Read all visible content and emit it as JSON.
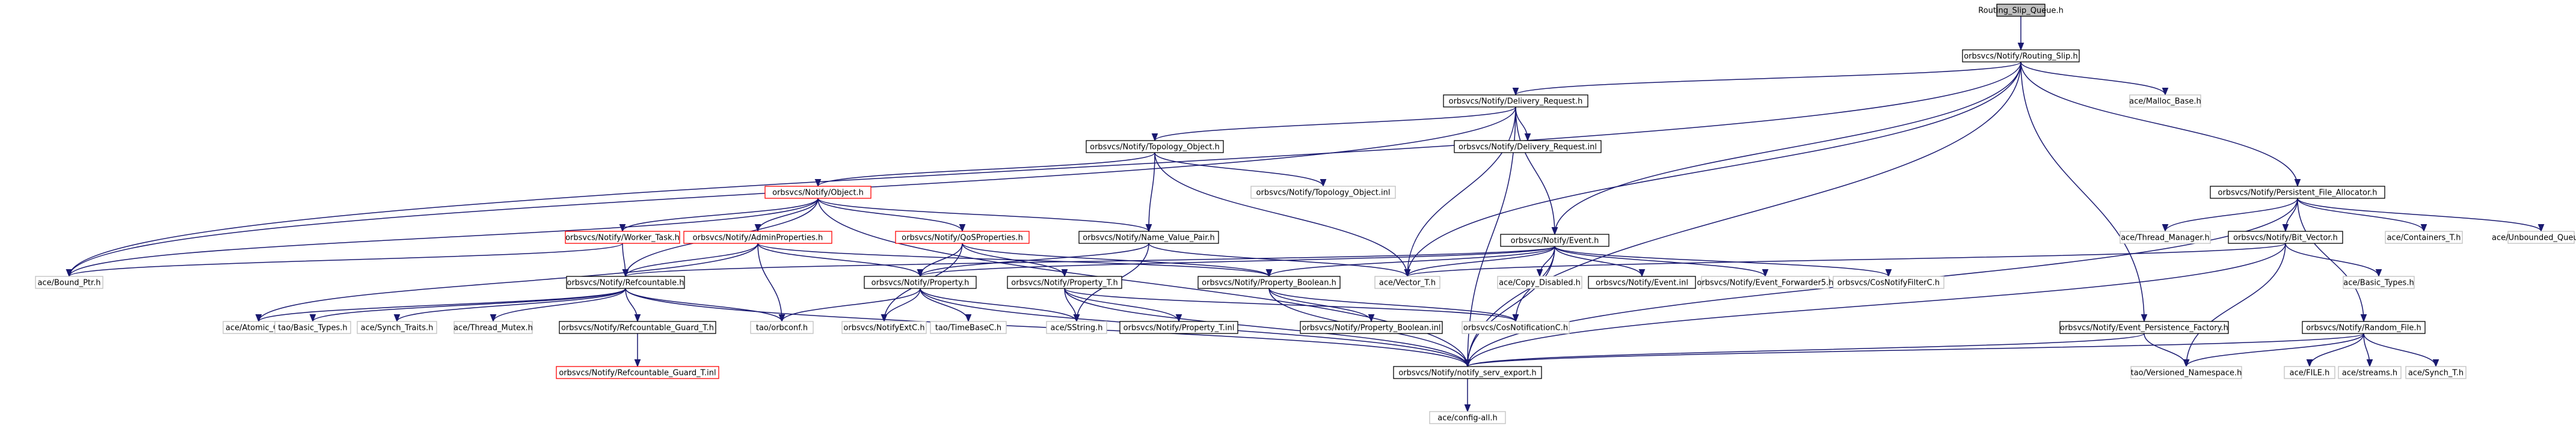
{
  "nodes": [
    {
      "id": "n0",
      "label": "Routing_Slip_Queue.h",
      "style": "root"
    },
    {
      "id": "n1",
      "label": "orbsvcs/Notify/Routing_Slip.h",
      "style": "normal"
    },
    {
      "id": "n2",
      "label": "orbsvcs/Notify/Delivery_Request.h",
      "style": "normal"
    },
    {
      "id": "n3",
      "label": "ace/Malloc_Base.h",
      "style": "external"
    },
    {
      "id": "n4",
      "label": "orbsvcs/Notify/Topology_Object.h",
      "style": "normal"
    },
    {
      "id": "n5",
      "label": "orbsvcs/Notify/Delivery_Request.inl",
      "style": "normal"
    },
    {
      "id": "n6",
      "label": "orbsvcs/Notify/Persistent_File_Allocator.h",
      "style": "normal"
    },
    {
      "id": "n7",
      "label": "orbsvcs/Notify/Object.h",
      "style": "truncated"
    },
    {
      "id": "n8",
      "label": "orbsvcs/Notify/Topology_Object.inl",
      "style": "external"
    },
    {
      "id": "n9",
      "label": "orbsvcs/Notify/Worker_Task.h",
      "style": "truncated"
    },
    {
      "id": "n10",
      "label": "orbsvcs/Notify/AdminProperties.h",
      "style": "truncated"
    },
    {
      "id": "n11",
      "label": "orbsvcs/Notify/QoSProperties.h",
      "style": "truncated"
    },
    {
      "id": "n12",
      "label": "orbsvcs/Notify/Name_Value_Pair.h",
      "style": "normal"
    },
    {
      "id": "n13",
      "label": "orbsvcs/Notify/Event.h",
      "style": "normal"
    },
    {
      "id": "n14",
      "label": "ace/Thread_Manager.h",
      "style": "external"
    },
    {
      "id": "n15",
      "label": "orbsvcs/Notify/Bit_Vector.h",
      "style": "normal"
    },
    {
      "id": "n16",
      "label": "ace/Containers_T.h",
      "style": "external"
    },
    {
      "id": "n17",
      "label": "ace/Unbounded_Queue.h",
      "style": "external"
    },
    {
      "id": "n18",
      "label": "ace/Bound_Ptr.h",
      "style": "external"
    },
    {
      "id": "n19",
      "label": "orbsvcs/Notify/Refcountable.h",
      "style": "normal"
    },
    {
      "id": "n20",
      "label": "orbsvcs/Notify/Property.h",
      "style": "normal"
    },
    {
      "id": "n21",
      "label": "orbsvcs/Notify/Property_T.h",
      "style": "normal"
    },
    {
      "id": "n22",
      "label": "orbsvcs/Notify/Property_Boolean.h",
      "style": "normal"
    },
    {
      "id": "n23",
      "label": "ace/Vector_T.h",
      "style": "external"
    },
    {
      "id": "n24",
      "label": "ace/Copy_Disabled.h",
      "style": "external"
    },
    {
      "id": "n25",
      "label": "orbsvcs/Notify/Event.inl",
      "style": "normal"
    },
    {
      "id": "n26",
      "label": "orbsvcs/Notify/Event_Forwarder5.h",
      "style": "external"
    },
    {
      "id": "n27",
      "label": "orbsvcs/CosNotifyFilterC.h",
      "style": "external"
    },
    {
      "id": "n28",
      "label": "ace/Basic_Types.h",
      "style": "external"
    },
    {
      "id": "n29",
      "label": "ace/Atomic_Op.h",
      "style": "external"
    },
    {
      "id": "n30",
      "label": "tao/Basic_Types.h",
      "style": "external"
    },
    {
      "id": "n31",
      "label": "ace/Synch_Traits.h",
      "style": "external"
    },
    {
      "id": "n32",
      "label": "ace/Thread_Mutex.h",
      "style": "external"
    },
    {
      "id": "n33",
      "label": "orbsvcs/Notify/Refcountable_Guard_T.h",
      "style": "normal"
    },
    {
      "id": "n34",
      "label": "tao/orbconf.h",
      "style": "external"
    },
    {
      "id": "n35",
      "label": "orbsvcs/NotifyExtC.h",
      "style": "external"
    },
    {
      "id": "n36",
      "label": "tao/TimeBaseC.h",
      "style": "external"
    },
    {
      "id": "n37",
      "label": "ace/SString.h",
      "style": "external"
    },
    {
      "id": "n38",
      "label": "orbsvcs/Notify/Property_T.inl",
      "style": "normal"
    },
    {
      "id": "n39",
      "label": "orbsvcs/Notify/Property_Boolean.inl",
      "style": "normal"
    },
    {
      "id": "n40",
      "label": "orbsvcs/CosNotificationC.h",
      "style": "external"
    },
    {
      "id": "n41",
      "label": "orbsvcs/Notify/Event_Persistence_Factory.h",
      "style": "normal"
    },
    {
      "id": "n42",
      "label": "orbsvcs/Notify/Random_File.h",
      "style": "normal"
    },
    {
      "id": "n43",
      "label": "orbsvcs/Notify/Refcountable_Guard_T.inl",
      "style": "truncated"
    },
    {
      "id": "n44",
      "label": "orbsvcs/Notify/notify_serv_export.h",
      "style": "normal"
    },
    {
      "id": "n45",
      "label": "tao/Versioned_Namespace.h",
      "style": "external"
    },
    {
      "id": "n46",
      "label": "ace/FILE.h",
      "style": "external"
    },
    {
      "id": "n47",
      "label": "ace/streams.h",
      "style": "external"
    },
    {
      "id": "n48",
      "label": "ace/Synch_T.h",
      "style": "external"
    },
    {
      "id": "n49",
      "label": "ace/config-all.h",
      "style": "external"
    }
  ],
  "edges": [
    [
      "n0",
      "n1"
    ],
    [
      "n1",
      "n2"
    ],
    [
      "n1",
      "n3"
    ],
    [
      "n1",
      "n6"
    ],
    [
      "n1",
      "n13"
    ],
    [
      "n1",
      "n41"
    ],
    [
      "n1",
      "n44"
    ],
    [
      "n1",
      "n23"
    ],
    [
      "n1",
      "n18"
    ],
    [
      "n2",
      "n4"
    ],
    [
      "n2",
      "n5"
    ],
    [
      "n2",
      "n13"
    ],
    [
      "n2",
      "n23"
    ],
    [
      "n2",
      "n44"
    ],
    [
      "n2",
      "n18"
    ],
    [
      "n4",
      "n7"
    ],
    [
      "n4",
      "n8"
    ],
    [
      "n4",
      "n12"
    ],
    [
      "n4",
      "n23"
    ],
    [
      "n7",
      "n9"
    ],
    [
      "n7",
      "n10"
    ],
    [
      "n7",
      "n11"
    ],
    [
      "n7",
      "n12"
    ],
    [
      "n7",
      "n18"
    ],
    [
      "n7",
      "n19"
    ],
    [
      "n7",
      "n44"
    ],
    [
      "n9",
      "n19"
    ],
    [
      "n9",
      "n18"
    ],
    [
      "n10",
      "n19"
    ],
    [
      "n10",
      "n20"
    ],
    [
      "n10",
      "n22"
    ],
    [
      "n10",
      "n29"
    ],
    [
      "n10",
      "n34"
    ],
    [
      "n11",
      "n20"
    ],
    [
      "n11",
      "n21"
    ],
    [
      "n11",
      "n22"
    ],
    [
      "n11",
      "n35"
    ],
    [
      "n12",
      "n20"
    ],
    [
      "n12",
      "n23"
    ],
    [
      "n12",
      "n37"
    ],
    [
      "n13",
      "n19"
    ],
    [
      "n13",
      "n20"
    ],
    [
      "n13",
      "n22"
    ],
    [
      "n13",
      "n23"
    ],
    [
      "n13",
      "n24"
    ],
    [
      "n13",
      "n25"
    ],
    [
      "n13",
      "n26"
    ],
    [
      "n13",
      "n27"
    ],
    [
      "n13",
      "n40"
    ],
    [
      "n13",
      "n44"
    ],
    [
      "n6",
      "n14"
    ],
    [
      "n6",
      "n15"
    ],
    [
      "n6",
      "n16"
    ],
    [
      "n6",
      "n17"
    ],
    [
      "n6",
      "n42"
    ],
    [
      "n6",
      "n44"
    ],
    [
      "n15",
      "n23"
    ],
    [
      "n15",
      "n28"
    ],
    [
      "n15",
      "n44"
    ],
    [
      "n15",
      "n45"
    ],
    [
      "n19",
      "n29"
    ],
    [
      "n19",
      "n30"
    ],
    [
      "n19",
      "n31"
    ],
    [
      "n19",
      "n32"
    ],
    [
      "n19",
      "n33"
    ],
    [
      "n19",
      "n34"
    ],
    [
      "n19",
      "n44"
    ],
    [
      "n33",
      "n43"
    ],
    [
      "n20",
      "n34"
    ],
    [
      "n20",
      "n35"
    ],
    [
      "n20",
      "n36"
    ],
    [
      "n20",
      "n37"
    ],
    [
      "n20",
      "n44"
    ],
    [
      "n21",
      "n37"
    ],
    [
      "n21",
      "n38"
    ],
    [
      "n21",
      "n40"
    ],
    [
      "n21",
      "n44"
    ],
    [
      "n22",
      "n39"
    ],
    [
      "n22",
      "n40"
    ],
    [
      "n22",
      "n44"
    ],
    [
      "n41",
      "n44"
    ],
    [
      "n41",
      "n45"
    ],
    [
      "n42",
      "n44"
    ],
    [
      "n42",
      "n45"
    ],
    [
      "n42",
      "n46"
    ],
    [
      "n42",
      "n47"
    ],
    [
      "n42",
      "n48"
    ],
    [
      "n44",
      "n49"
    ]
  ],
  "colors": {
    "root_fill": "#bfbfbf",
    "root_stroke": "#000000",
    "normal_stroke": "#000000",
    "truncated_stroke": "#ff0000",
    "external_stroke": "#bfbfbf",
    "node_fill": "#ffffff",
    "text": "#000000",
    "edge": "#191970"
  }
}
